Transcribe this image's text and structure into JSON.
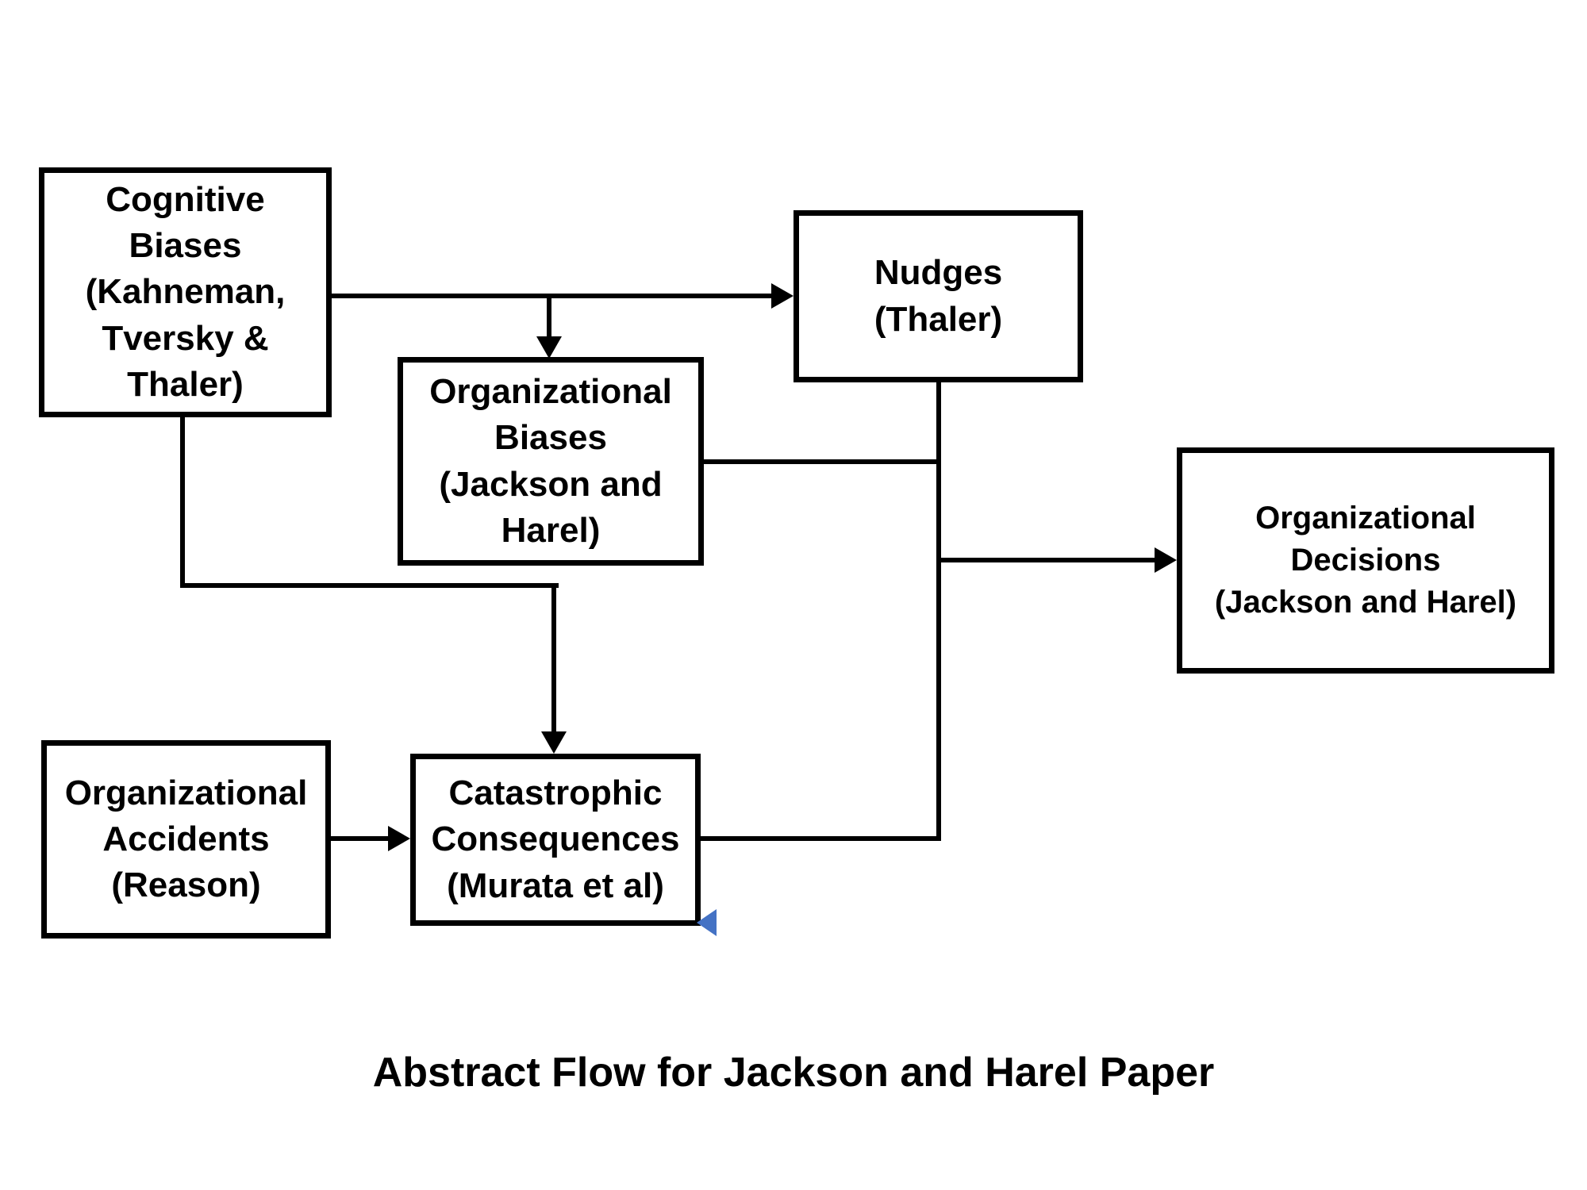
{
  "title": "Abstract Flow for Jackson and Harel Paper",
  "nodes": {
    "cognitive_biases": {
      "label": "Cognitive\nBiases\n(Kahneman,\nTversky &\nThaler)"
    },
    "organizational_biases": {
      "label": "Organizational\nBiases\n(Jackson and\nHarel)"
    },
    "nudges": {
      "label": "Nudges\n(Thaler)"
    },
    "organizational_decisions": {
      "label": "Organizational\nDecisions\n(Jackson and Harel)"
    },
    "organizational_accidents": {
      "label": "Organizational\nAccidents\n(Reason)"
    },
    "catastrophic_consequences": {
      "label": "Catastrophic\nConsequences\n(Murata et al)"
    }
  },
  "edges": [
    {
      "from": "cognitive_biases",
      "to": "nudges"
    },
    {
      "from": "cognitive_biases",
      "to": "organizational_biases"
    },
    {
      "from": "cognitive_biases",
      "to": "catastrophic_consequences"
    },
    {
      "from": "organizational_accidents",
      "to": "catastrophic_consequences"
    },
    {
      "from": "organizational_biases",
      "to": "organizational_decisions"
    },
    {
      "from": "nudges",
      "to": "organizational_decisions"
    },
    {
      "from": "catastrophic_consequences",
      "to": "organizational_decisions"
    }
  ],
  "colors": {
    "line": "#000000",
    "box_border": "#000000",
    "box_fill": "#ffffff",
    "background": "#ffffff",
    "cursor_blue": "#4472c4"
  }
}
